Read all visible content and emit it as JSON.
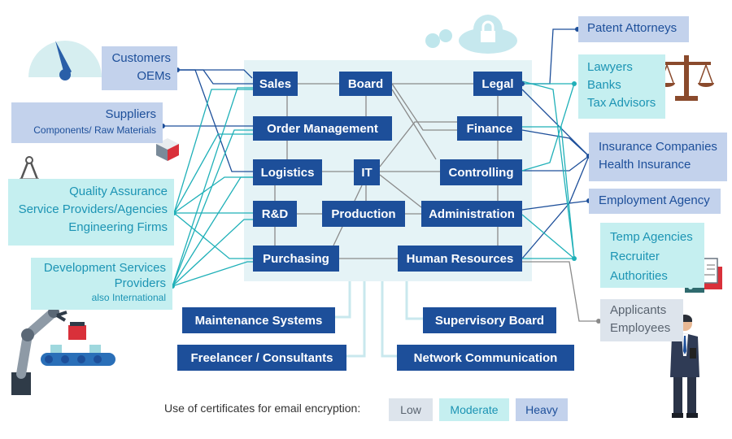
{
  "departments": {
    "sales": "Sales",
    "board": "Board",
    "legal": "Legal",
    "order_management": "Order Management",
    "finance": "Finance",
    "logistics": "Logistics",
    "it": "IT",
    "controlling": "Controlling",
    "rnd": "R&D",
    "production": "Production",
    "administration": "Administration",
    "purchasing": "Purchasing",
    "human_resources": "Human Resources",
    "maintenance_systems": "Maintenance Systems",
    "freelancer": "Freelancer / Consultants",
    "supervisory_board": "Supervisory Board",
    "network_communication": "Network Communication"
  },
  "external": {
    "customers": [
      "Customers",
      "OEMs"
    ],
    "suppliers": [
      "Suppliers",
      "Components/ Raw Materials"
    ],
    "quality": [
      "Quality Assurance",
      "Service Providers/Agencies",
      "Engineering Firms"
    ],
    "development": [
      "Development Services",
      "Providers",
      "also International"
    ],
    "patent": [
      "Patent Attorneys"
    ],
    "lawyers": [
      "Lawyers",
      "Banks",
      "Tax Advisors"
    ],
    "insurance": [
      "Insurance Companies",
      "Health Insurance"
    ],
    "employment": [
      "Employment Agency"
    ],
    "temp": [
      "Temp Agencies",
      "Recruiter",
      "Authorities"
    ],
    "applicants": [
      "Applicants",
      "Employees"
    ]
  },
  "legend": {
    "label": "Use of certificates for email encryption:",
    "low": "Low",
    "moderate": "Moderate",
    "heavy": "Heavy"
  },
  "colors": {
    "dept": "#1d4f9a",
    "low": "#dde4ec",
    "moderate": "#c5eff0",
    "heavy": "#c3d2ec",
    "line_dark": "#1d4f9a",
    "line_teal": "#1fb0b8",
    "line_gray": "#8a8a8a"
  }
}
